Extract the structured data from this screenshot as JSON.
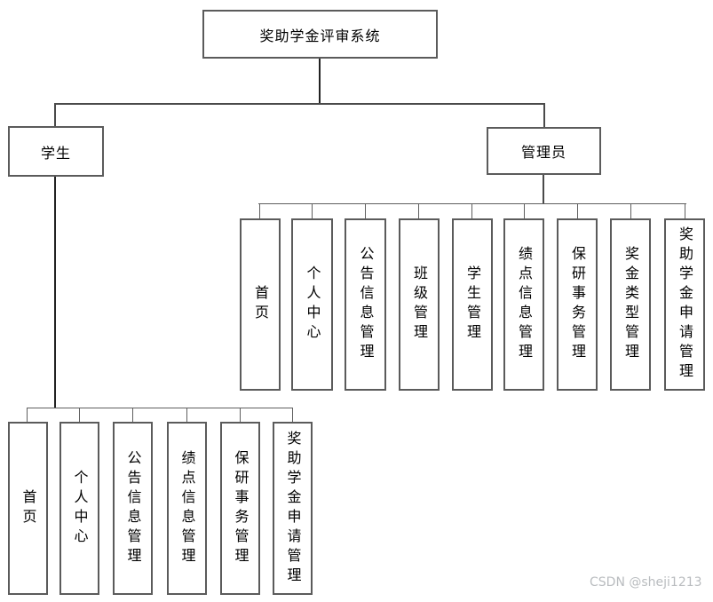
{
  "diagram": {
    "root_label": "奖助学金评审系统",
    "student": {
      "label": "学生",
      "children": [
        "首页",
        "个人中心",
        "公告信息管理",
        "绩点信息管理",
        "保研事务管理",
        "奖助学金申请管理"
      ]
    },
    "admin": {
      "label": "管理员",
      "children": [
        "首页",
        "个人中心",
        "公告信息管理",
        "班级管理",
        "学生管理",
        "绩点信息管理",
        "保研事务管理",
        "奖金类型管理",
        "奖助学金申请管理"
      ]
    }
  },
  "watermark": "CSDN @sheji1213",
  "colors": {
    "box_border": "#5b5b5b",
    "connector": "#4a4a4a",
    "watermark_text": "#b9bcbf",
    "background": "#ffffff",
    "text": "#000000"
  }
}
